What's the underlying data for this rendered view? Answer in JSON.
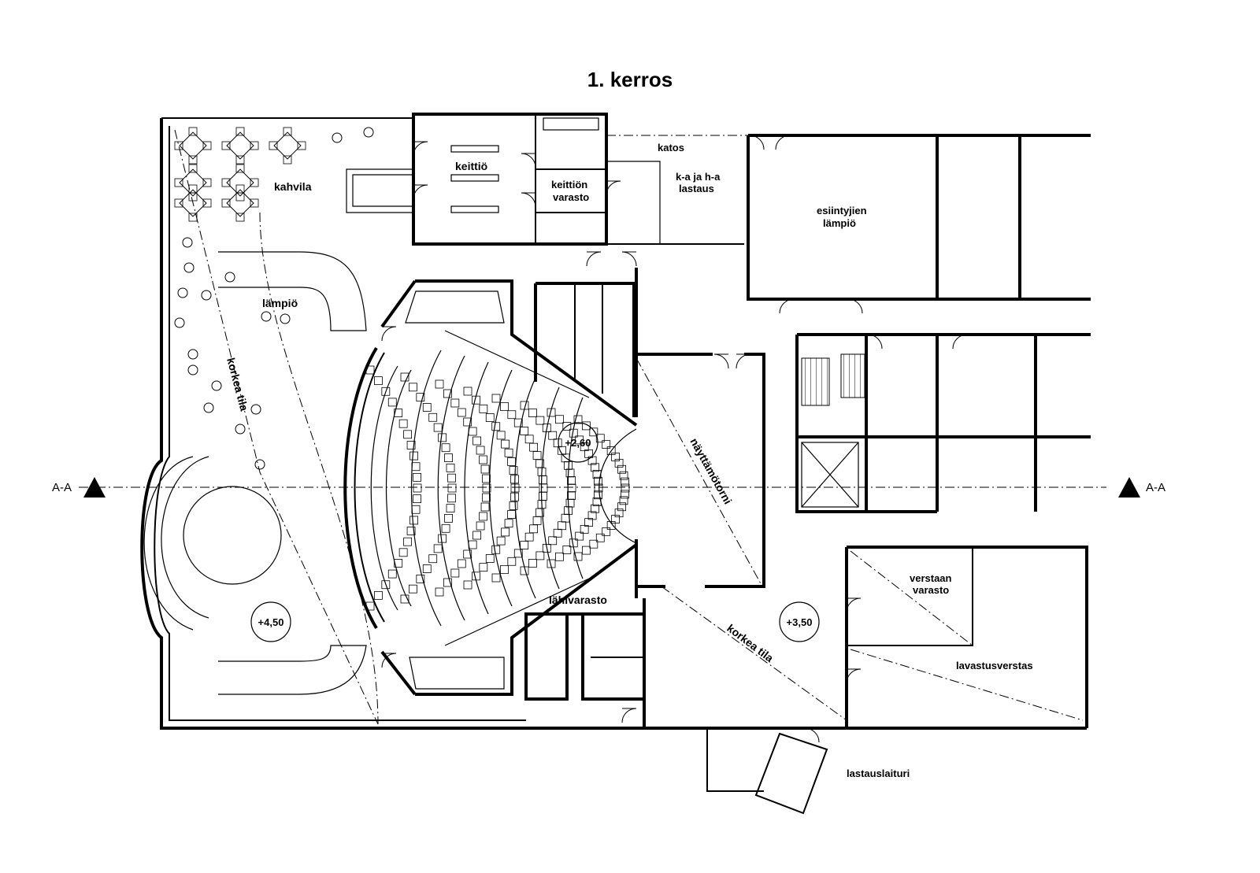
{
  "title": "1. kerros",
  "section_marker": {
    "left": "A-A",
    "right": "A-A"
  },
  "rooms": {
    "kahvila": "kahvila",
    "keittio": "keittiö",
    "keittion_varasto_1": "keittiön",
    "keittion_varasto_2": "varasto",
    "katos": "katos",
    "lastaus_1": "k-a ja h-a",
    "lastaus_2": "lastaus",
    "esiintyjien_1": "esiintyjien",
    "esiintyjien_2": "lämpiö",
    "lampio": "lämpiö",
    "korkea_tila_1": "korkea tila",
    "korkea_tila_2": "korkea tila",
    "nayttamotorni": "näyttämötorni",
    "lahivarasto": "lähivarasto",
    "verstaan_1": "verstaan",
    "verstaan_2": "varasto",
    "lavastusverstas": "lavastusverstas",
    "lastauslaituri": "lastauslaituri"
  },
  "levels": {
    "stage": "+2,60",
    "foyer": "+4,50",
    "workshop": "+3,50"
  }
}
